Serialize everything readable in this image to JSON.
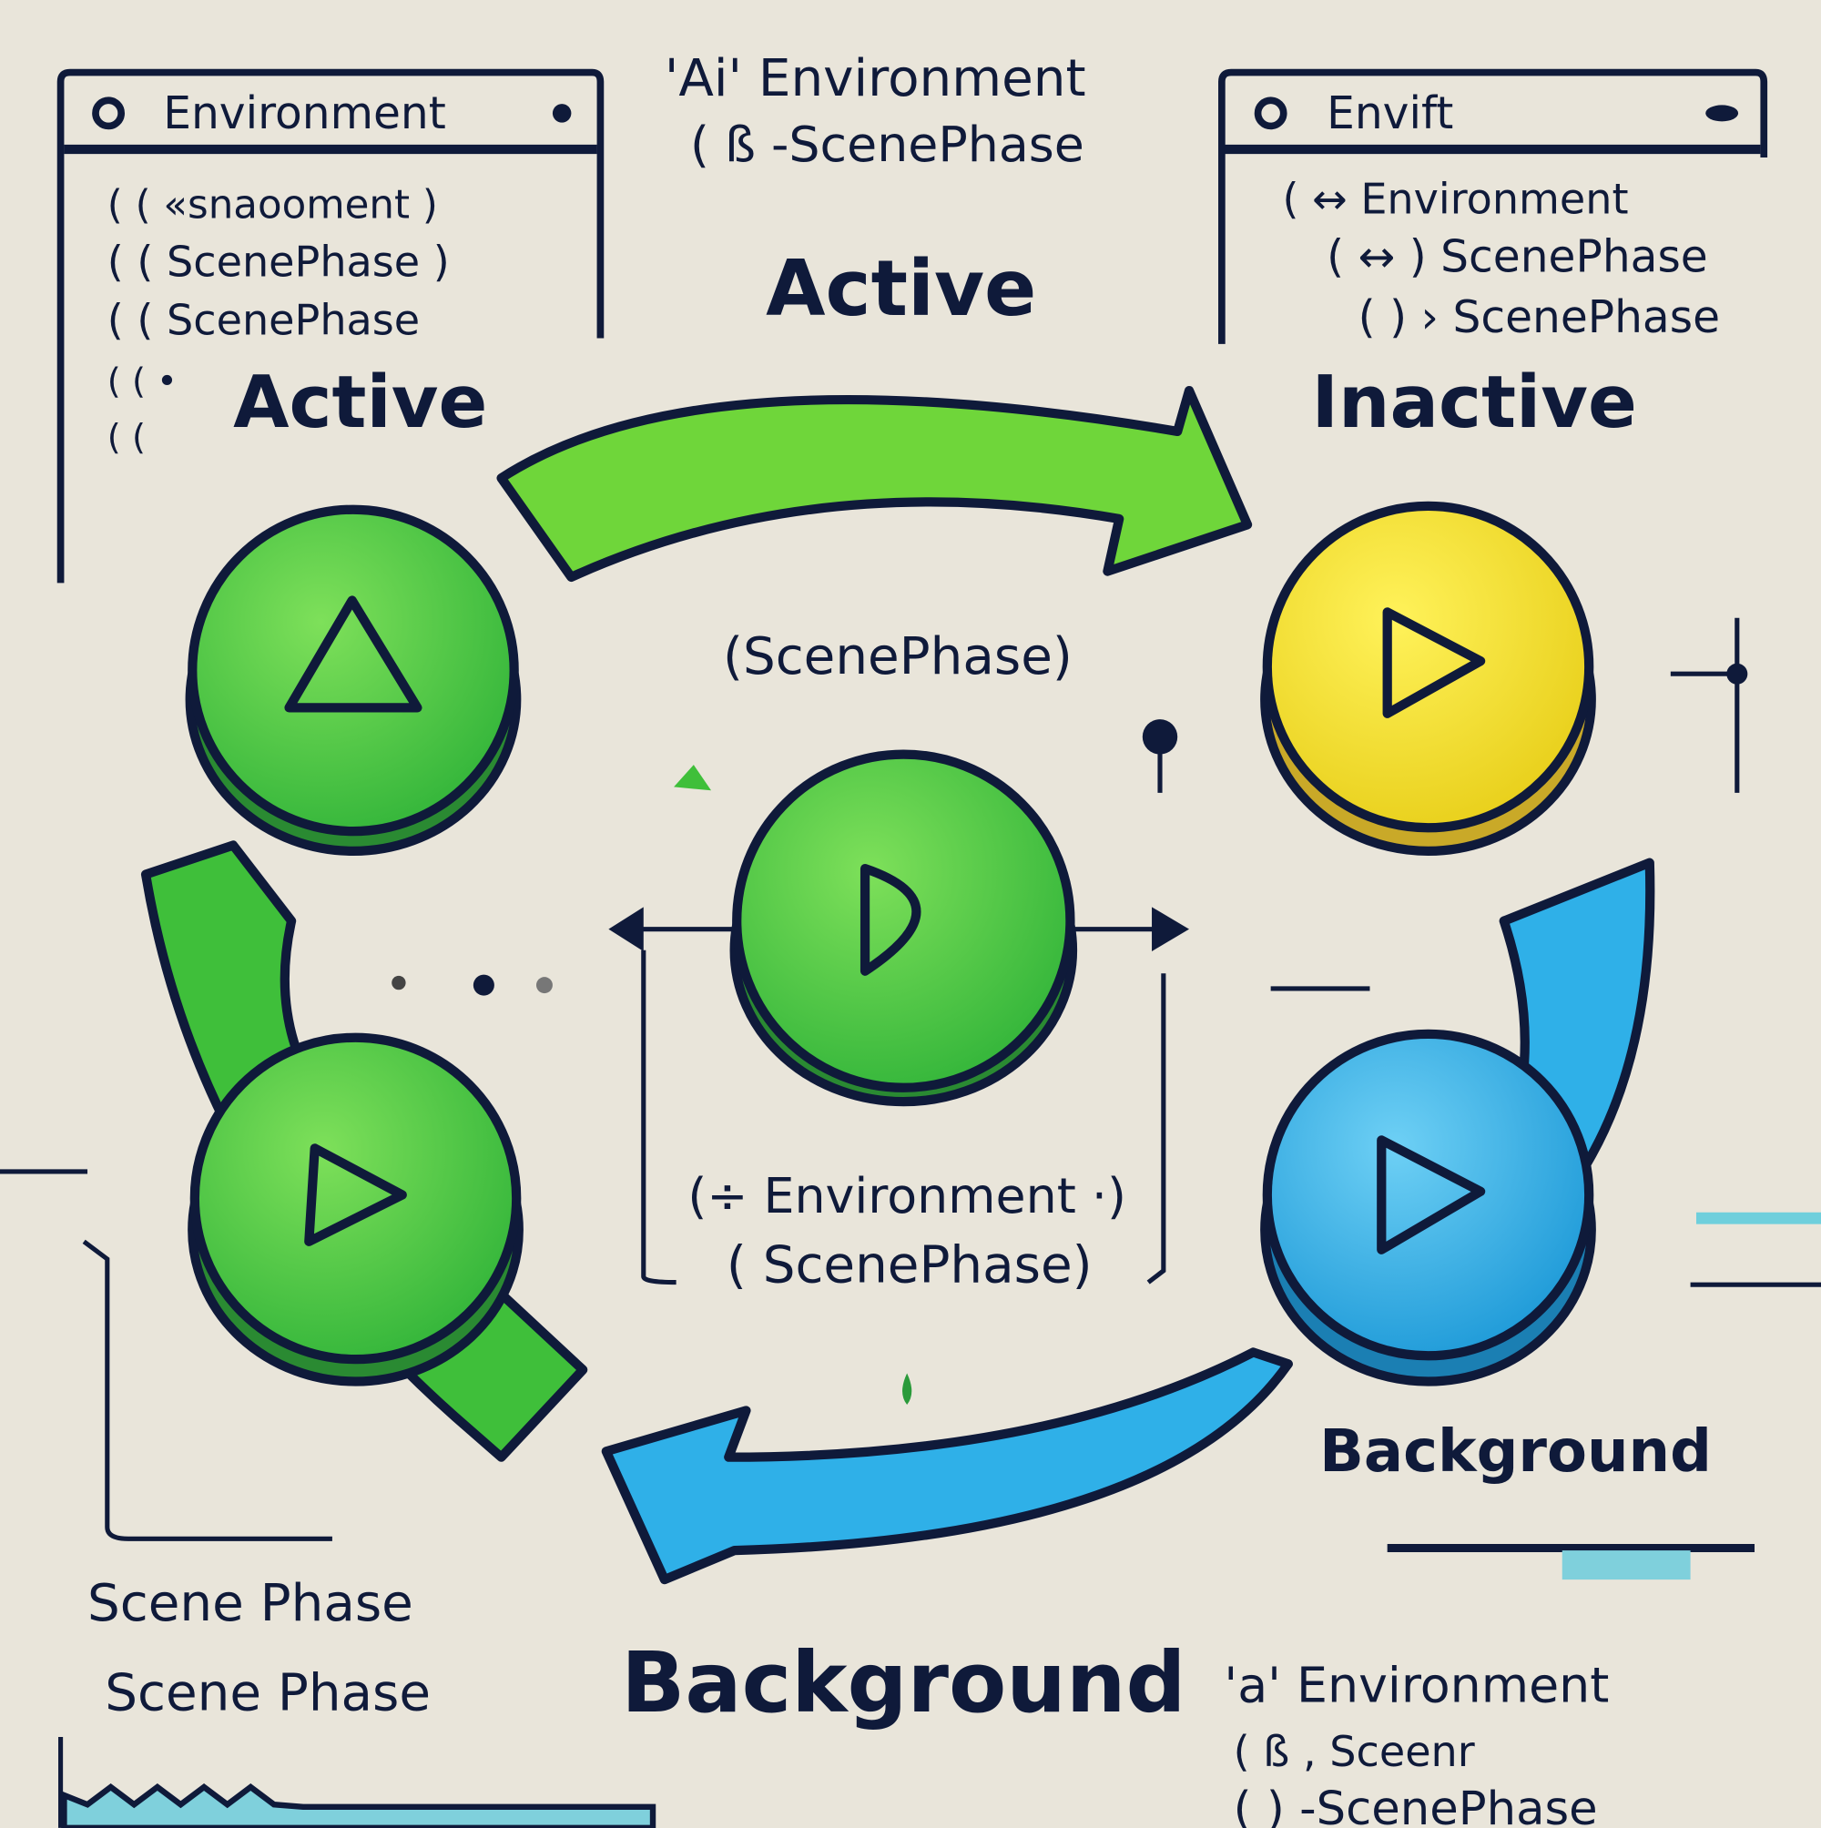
{
  "left_panel": {
    "title": "Environment",
    "lines": [
      "( ( «snaooment )",
      "( ( ScenePhase )",
      "( ( ScenePhase",
      "( (  •",
      "( ("
    ],
    "state_label": "Active"
  },
  "top_center": {
    "line1": "'Ai' Environment",
    "line2": "( ß -ScenePhase",
    "state_label": "Active"
  },
  "right_panel": {
    "title": "Envift",
    "lines": [
      "( ↔ Environment",
      "( ↔ ) ScenePhase",
      "( ) › ScenePhase"
    ],
    "state_label": "Inactive"
  },
  "center": {
    "label": "(ScenePhase)",
    "box_line1": "(÷ Environment ·)",
    "box_line2": "( ScenePhase)"
  },
  "right_label": "Background",
  "bottom_center_label": "Background",
  "bottom_left": [
    "Scene Phase",
    "Scene Phase"
  ],
  "bottom_right": {
    "line1": "'a' Environment",
    "line2": "( ß , Sceenr",
    "line3": "( ) -ScenePhase"
  },
  "colors": {
    "background": "#e9e5da",
    "ink": "#0f1a3a",
    "green": "#4ec83a",
    "lime": "#6fd63a",
    "yellow": "#f2e22a",
    "blue": "#2fb0e8"
  }
}
